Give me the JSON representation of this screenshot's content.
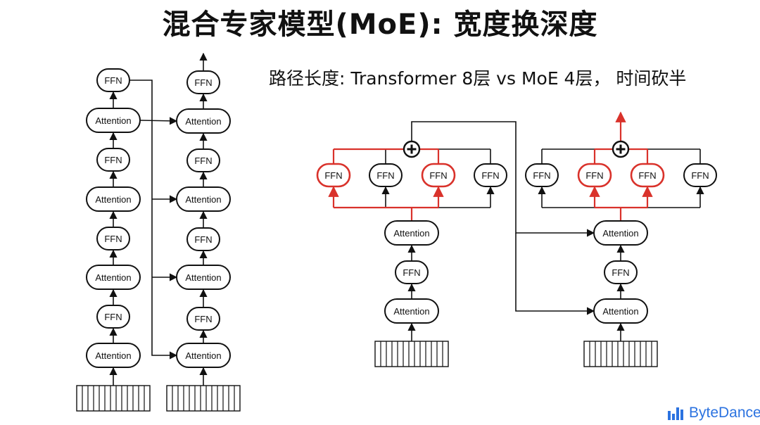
{
  "title": "混合专家模型(MoE): 宽度换深度",
  "subtitle": "路径长度: Transformer 8层 vs MoE 4层， 时间砍半",
  "labels": {
    "ffn": "FFN",
    "attention": "Attention"
  },
  "colors": {
    "stroke": "#111111",
    "active": "#d9322b",
    "brand": "#2c73e0"
  },
  "logo": {
    "text": "ByteDance",
    "icon": "bytedance-bars-icon"
  }
}
